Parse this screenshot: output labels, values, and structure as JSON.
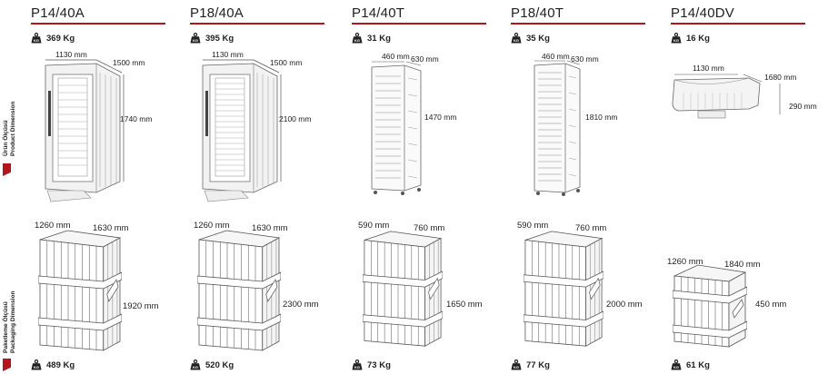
{
  "columns": [
    {
      "model": "P14/40A",
      "product_weight": "369 Kg",
      "product_dims": {
        "w": "1130 mm",
        "d": "1500 mm",
        "h": "1740 mm"
      },
      "package_dims": {
        "w": "1260 mm",
        "d": "1630 mm",
        "h": "1920 mm"
      },
      "package_weight": "489 Kg"
    },
    {
      "model": "P18/40A",
      "product_weight": "395 Kg",
      "product_dims": {
        "w": "1130 mm",
        "d": "1500 mm",
        "h": "2100 mm"
      },
      "package_dims": {
        "w": "1260 mm",
        "d": "1630 mm",
        "h": "2300 mm"
      },
      "package_weight": "520 Kg"
    },
    {
      "model": "P14/40T",
      "product_weight": "31 Kg",
      "product_dims": {
        "w": "460 mm",
        "d": "630 mm",
        "h": "1470 mm"
      },
      "package_dims": {
        "w": "590 mm",
        "d": "760 mm",
        "h": "1650 mm"
      },
      "package_weight": "73 Kg"
    },
    {
      "model": "P18/40T",
      "product_weight": "35 Kg",
      "product_dims": {
        "w": "460 mm",
        "d": "630 mm",
        "h": "1810 mm"
      },
      "package_dims": {
        "w": "590 mm",
        "d": "760 mm",
        "h": "2000 mm"
      },
      "package_weight": "77 Kg"
    },
    {
      "model": "P14/40DV",
      "product_weight": "16 Kg",
      "product_dims": {
        "w": "1130 mm",
        "d": "1680 mm",
        "h": "290 mm"
      },
      "package_dims": {
        "w": "1260 mm",
        "d": "1840 mm",
        "h": "450 mm"
      },
      "package_weight": "61 Kg"
    }
  ],
  "side_labels": {
    "product": {
      "line1": "Ürün Ölçüsü",
      "line2": "Product Dimension"
    },
    "package": {
      "line1": "Paketleme Ölçüsü",
      "line2": "Packaging Dimension"
    }
  },
  "icons": {
    "weight": "weight-kg-icon"
  },
  "colors": {
    "accent": "#b3151d",
    "line": "#555555",
    "fill": "#f2f2f2"
  }
}
